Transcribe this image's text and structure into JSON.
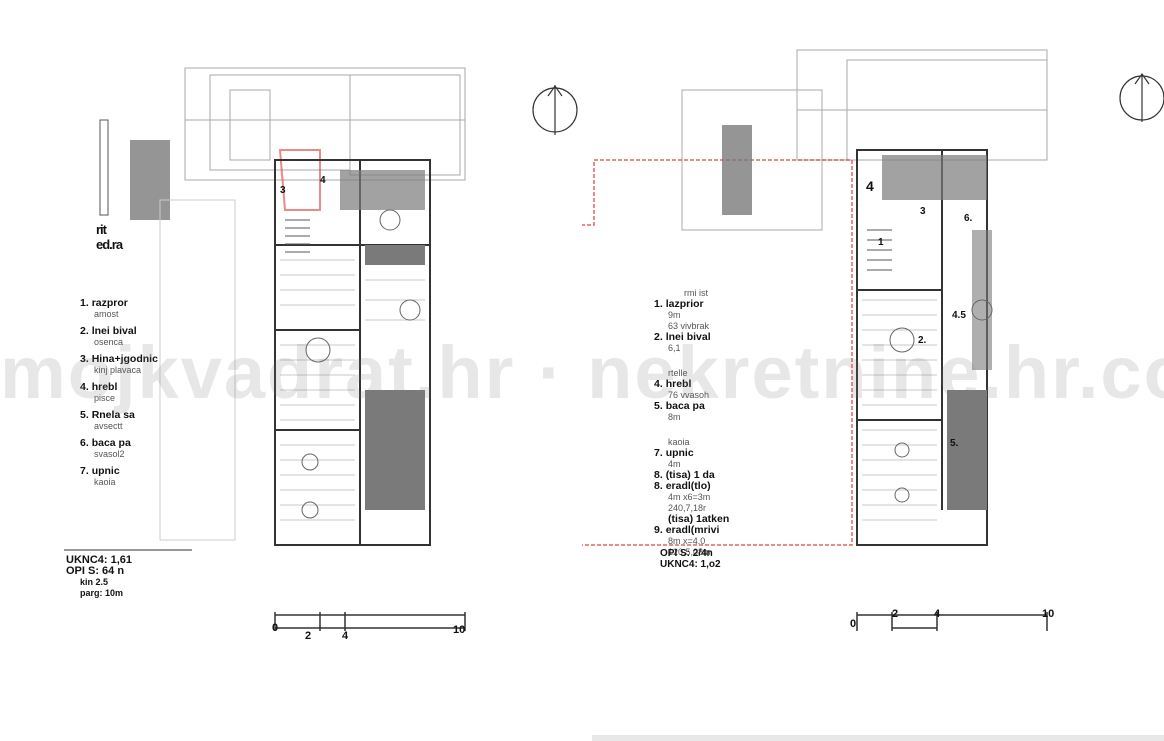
{
  "left_plan": {
    "floor_label_lines": [
      "rit",
      "ed.ra"
    ],
    "legend": [
      {
        "num": "1.",
        "label": "razpror",
        "sub": "amost"
      },
      {
        "num": "2.",
        "label": "lnei bival",
        "sub": "osenca"
      },
      {
        "num": "3.",
        "label": "Hina+jgodnic",
        "sub": "kinj plavaca"
      },
      {
        "num": "4.",
        "label": "hrebl",
        "sub": "pisce"
      },
      {
        "num": "5.",
        "label": "Rnela sa",
        "sub": "avsectt"
      },
      {
        "num": "6.",
        "label": "baca pa",
        "sub": "svasol2"
      },
      {
        "num": "7.",
        "label": "upnic",
        "sub": "kaoia"
      }
    ],
    "totals": [
      "UKNC4: 1,61",
      "OPI S: 64 n",
      "kin 2.5",
      "parg: 10m"
    ],
    "scale": [
      "0",
      "2",
      "4",
      "10"
    ],
    "room_numbers": [
      "3",
      "4"
    ]
  },
  "right_plan": {
    "legend": [
      {
        "num": "",
        "label": "rmi ist",
        "sub": ""
      },
      {
        "num": "1.",
        "label": "lazprior",
        "sub": "9m"
      },
      {
        "num": "",
        "label": "",
        "sub": "63 vivbrak"
      },
      {
        "num": "2.",
        "label": "lnei bival",
        "sub": "6,1"
      },
      {
        "num": "",
        "label": "",
        "sub": "rtelle"
      },
      {
        "num": "4.",
        "label": "hrebl",
        "sub": "76 vvasoh"
      },
      {
        "num": "5.",
        "label": "baca pa",
        "sub": "8m"
      },
      {
        "num": "",
        "label": "",
        "sub": "kaoia"
      },
      {
        "num": "7.",
        "label": "upnic",
        "sub": "4m"
      },
      {
        "num": "8.",
        "label": "(tisa) 1 da",
        "sub": ""
      },
      {
        "num": "8.",
        "label": "eradl(tlo)",
        "sub": "4m x6=3m"
      },
      {
        "num": "",
        "label": "",
        "sub": "240,7,18r"
      },
      {
        "num": "",
        "label": "(tisa) 1atken",
        "sub": ""
      },
      {
        "num": "9.",
        "label": "eradl(mrivi",
        "sub": "8m x=4.0"
      },
      {
        "num": "",
        "label": "",
        "sub": "120,5,08m"
      }
    ],
    "totals": [
      "UKNC4: 1,o2",
      "OPI S: 2/4n"
    ],
    "scale": [
      "0",
      "2",
      "4",
      "10"
    ],
    "room_numbers": [
      "1",
      "2.",
      "3",
      "4.5",
      "5.",
      "6.",
      "4"
    ]
  },
  "watermark": "mojkvadrat.hr · nekretnine.hr.com",
  "colors": {
    "wall": "#333333",
    "fill": "#7a7a7a",
    "red": "#e23b3b",
    "hatch": "#c8c8c8",
    "line": "#9a9a9a"
  }
}
